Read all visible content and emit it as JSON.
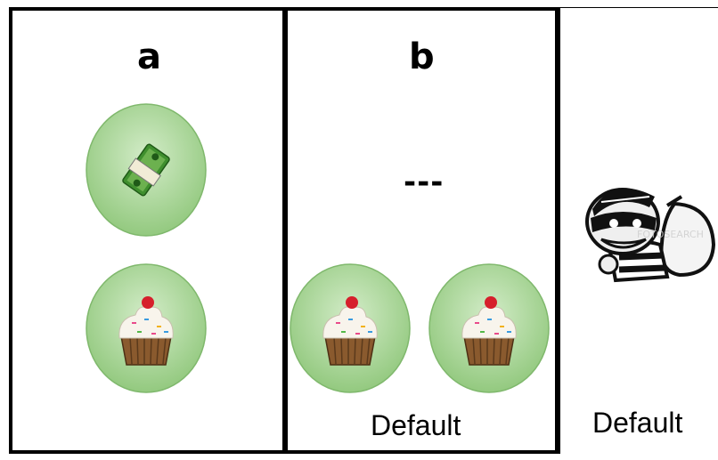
{
  "panels": {
    "a": {
      "label": "a"
    },
    "b": {
      "label": "b",
      "empty_option": "---",
      "footer": "Default"
    },
    "c": {
      "footer": "Default"
    }
  },
  "icons": {
    "option_fill": "#a9d69a",
    "money": "money-icon",
    "cupcake": "cupcake-icon",
    "thief": "thief-icon"
  }
}
